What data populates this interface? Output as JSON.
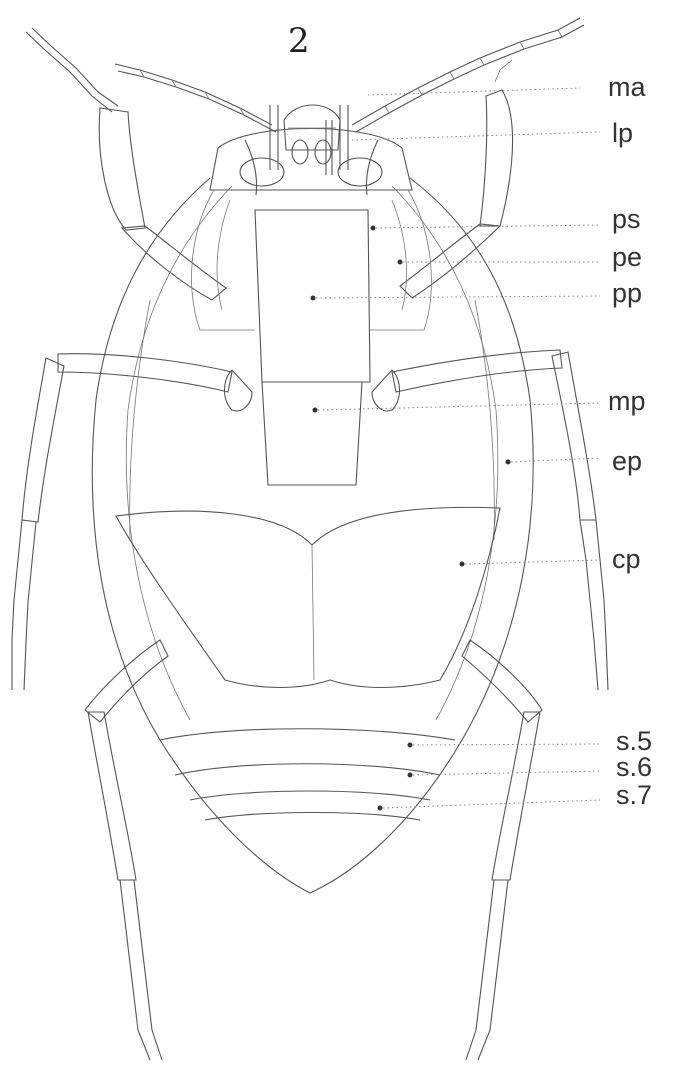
{
  "figure_number": "2",
  "labels": [
    {
      "key": "ma",
      "text": "ma"
    },
    {
      "key": "lp",
      "text": "lp"
    },
    {
      "key": "ps",
      "text": "ps"
    },
    {
      "key": "pe",
      "text": "pe"
    },
    {
      "key": "pp",
      "text": "pp"
    },
    {
      "key": "mp",
      "text": "mp"
    },
    {
      "key": "ep",
      "text": "ep"
    },
    {
      "key": "cp",
      "text": "cp"
    },
    {
      "key": "s5",
      "text": "s.5"
    },
    {
      "key": "s6",
      "text": "s.6"
    },
    {
      "key": "s7",
      "text": "s.7"
    }
  ]
}
